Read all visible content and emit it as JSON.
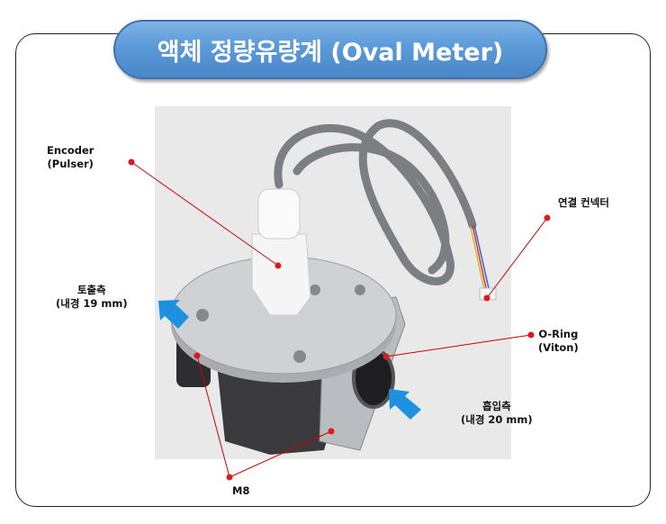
{
  "title": "액체 정량유량계 (Oval Meter)",
  "labels": {
    "encoder": [
      "Encoder",
      "(Pulser)"
    ],
    "connector": "연결 컨넥터",
    "outlet": [
      "토출측",
      "(내경 19 mm)"
    ],
    "oring": [
      "O-Ring",
      "(Viton)"
    ],
    "inlet": [
      "흡입측",
      "(내경 20 mm)"
    ],
    "m8": "M8"
  },
  "colors": {
    "accent": "#5b9ad8",
    "pointer": "#e0191f",
    "arrow": "#1e90e0"
  }
}
